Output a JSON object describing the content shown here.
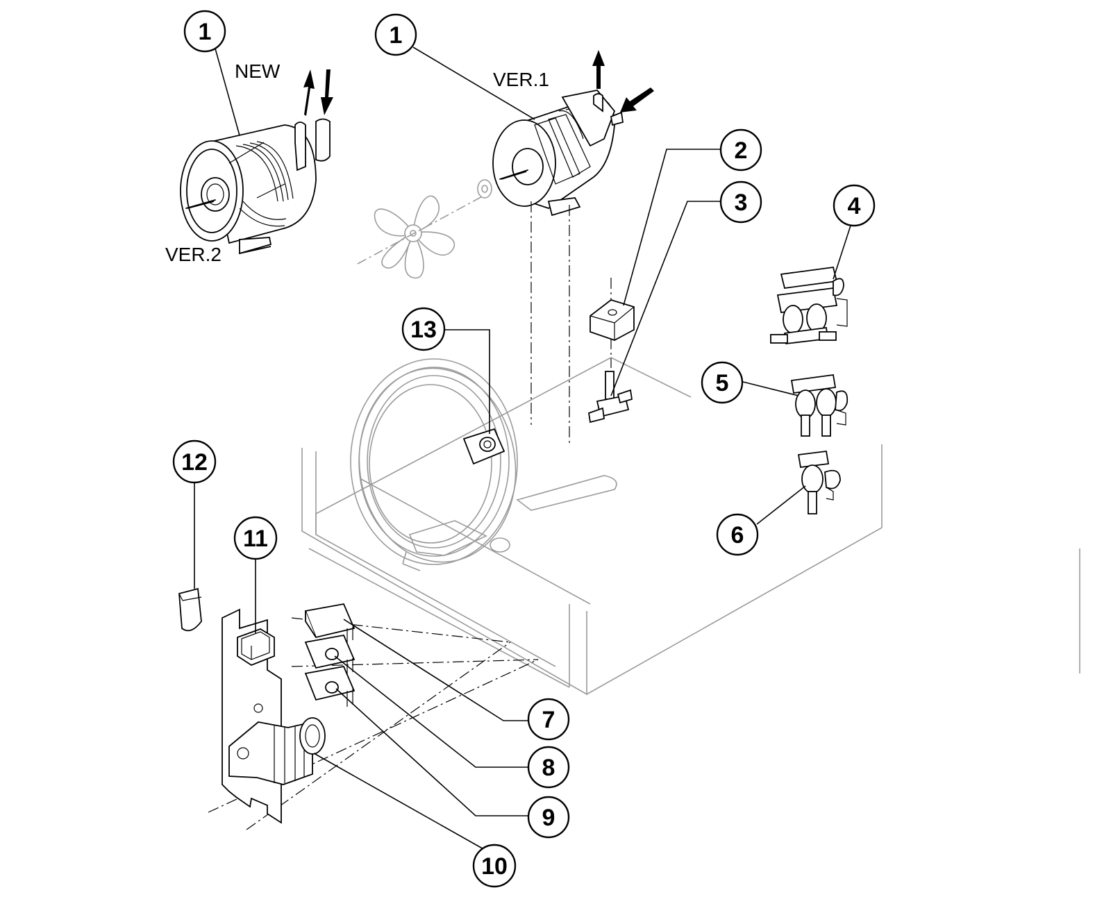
{
  "labels": {
    "new": "NEW",
    "ver1": "VER.1",
    "ver2": "VER.2"
  },
  "callouts": {
    "c1a": "1",
    "c1b": "1",
    "c2": "2",
    "c3": "3",
    "c4": "4",
    "c5": "5",
    "c6": "6",
    "c7": "7",
    "c8": "8",
    "c9": "9",
    "c10": "10",
    "c11": "11",
    "c12": "12",
    "c13": "13"
  },
  "colors": {
    "line": "#000000",
    "ghost": "#9a9a9a",
    "background": "#ffffff"
  }
}
